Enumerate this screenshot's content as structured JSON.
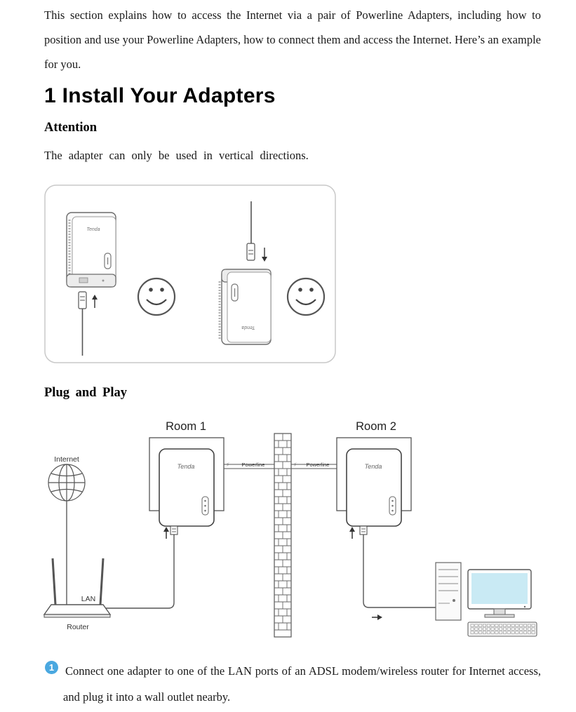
{
  "intro": "This section explains how to access the Internet via a pair of Powerline Adapters, including how to position and use your Powerline Adapters, how to connect them and access the Internet. Here’s an example for you.",
  "heading": "1 Install Your Adapters",
  "attention": {
    "title": "Attention",
    "text": "The adapter can only be used in vertical directions."
  },
  "figure1": {
    "brand_label": "Tenda",
    "icons": [
      "smiley-icon",
      "smiley-icon"
    ]
  },
  "plug_and_play": {
    "title": "Plug and Play"
  },
  "figure2": {
    "room1": "Room 1",
    "room2": "Room 2",
    "internet": "Internet",
    "lan": "LAN",
    "router": "Router",
    "powerline_left": "Powerline",
    "powerline_right": "Powerline",
    "brand_label": "Tenda"
  },
  "step1": {
    "number": "1",
    "text": "Connect one adapter to one of the LAN ports of an ADSL modem/wireless router for Internet access, and plug it into a wall outlet nearby."
  }
}
